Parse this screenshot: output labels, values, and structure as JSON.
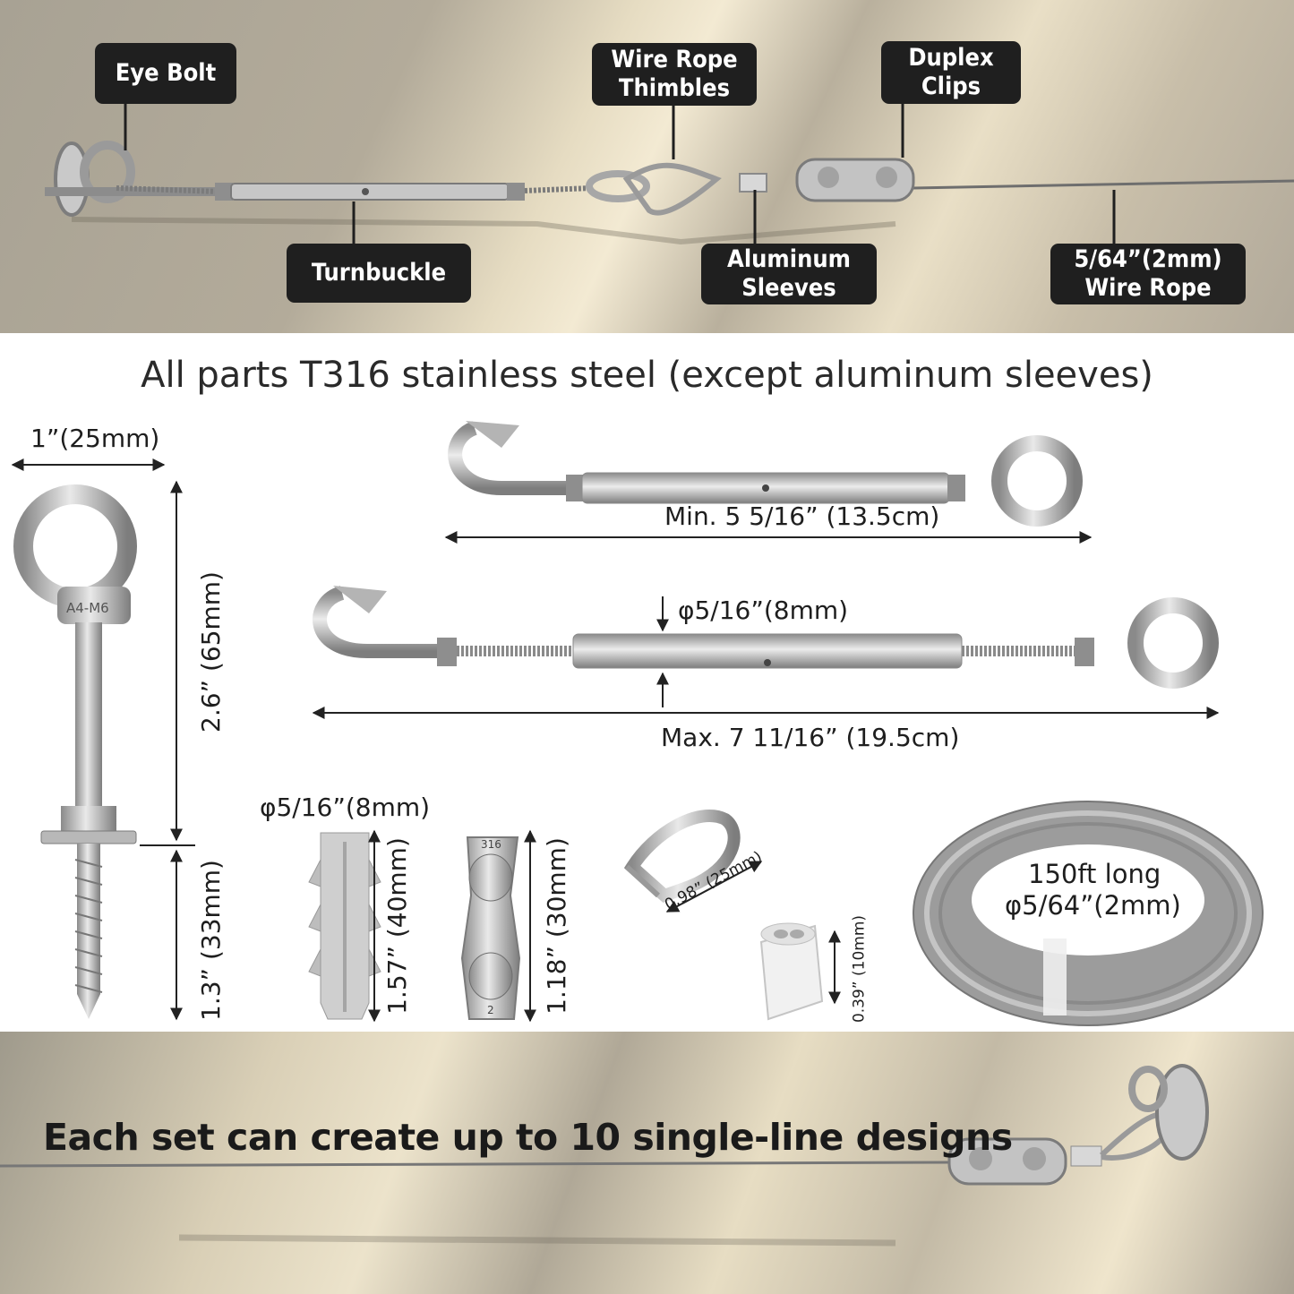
{
  "callouts": {
    "eye_bolt": "Eye Bolt",
    "wire_rope_thimbles": "Wire Rope\nThimbles",
    "duplex_clips": "Duplex\nClips",
    "turnbuckle": "Turnbuckle",
    "aluminum_sleeves": "Aluminum\nSleeves",
    "wire_rope": "5/64”(2mm)\nWire Rope"
  },
  "heading": "All parts T316 stainless steel (except aluminum sleeves)",
  "dimensions": {
    "eye_bolt_width": "1”(25mm)",
    "eye_bolt_upper": "2.6” (65mm)",
    "eye_bolt_lower": "1.3” (33mm)",
    "turnbuckle_min": "Min. 5 5/16” (13.5cm)",
    "turnbuckle_diameter": "φ5/16”(8mm)",
    "turnbuckle_max": "Max. 7 11/16” (19.5cm)",
    "anchor_diameter": "φ5/16”(8mm)",
    "anchor_length": "1.57” (40mm)",
    "clip_length": "1.18” (30mm)",
    "thimble_length": "0.98” (25mm)",
    "sleeve_length": "0.39” (10mm)",
    "rope_length": "150ft long",
    "rope_diameter": "φ5/64”(2mm)"
  },
  "part_markings": {
    "eye_bolt_stamp": "A4-M6",
    "clip_top": "316",
    "clip_bottom": "2"
  },
  "bottom_heading": "Each set can create up to 10 single-line designs"
}
